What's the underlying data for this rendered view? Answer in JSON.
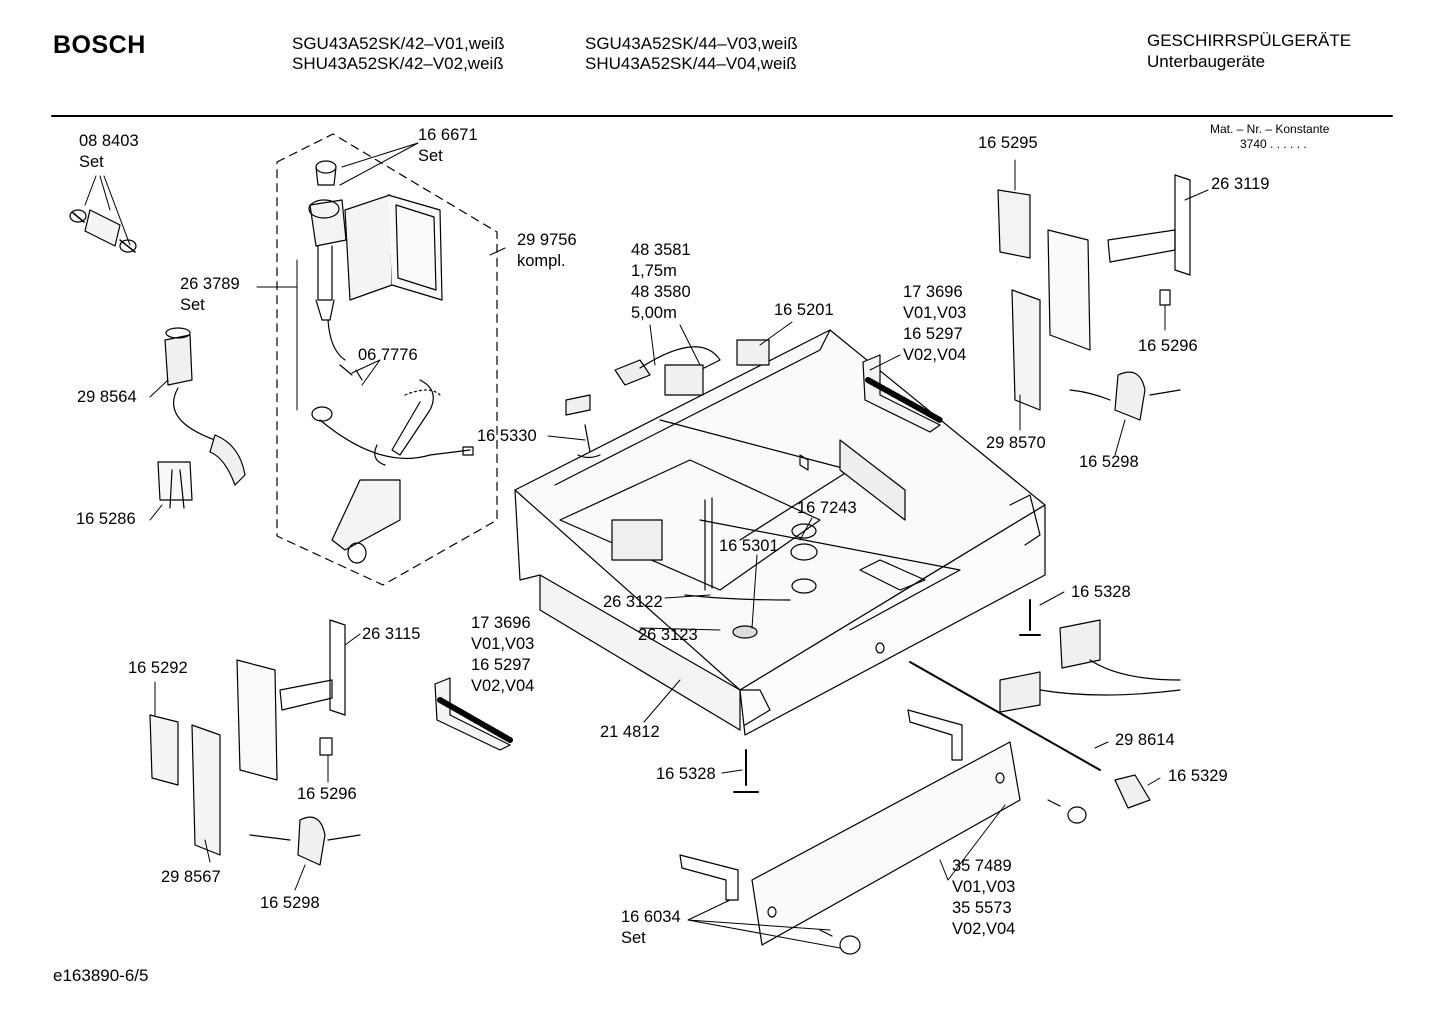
{
  "header": {
    "brand": "BOSCH",
    "models_col1": [
      "SGU43A52SK/42–V01,weiß",
      "SHU43A52SK/42–V02,weiß"
    ],
    "models_col2": [
      "SGU43A52SK/44–V03,weiß",
      "SHU43A52SK/44–V04,weiß"
    ],
    "category": [
      "GESCHIRRSPÜLGERÄTE",
      "Unterbaugeräte"
    ],
    "mat_nr_label": "Mat. – Nr. – Konstante",
    "mat_nr_value": "3740  .  .  .  .  .  ."
  },
  "footer": {
    "doc_id": "e163890-6/5"
  },
  "labels": [
    {
      "id": "l01",
      "lines": [
        "08 8403",
        "Set"
      ]
    },
    {
      "id": "l02",
      "lines": [
        "16 6671",
        "Set"
      ]
    },
    {
      "id": "l03",
      "lines": [
        "29 9756",
        "kompl."
      ]
    },
    {
      "id": "l04",
      "lines": [
        "26 3789",
        "Set"
      ]
    },
    {
      "id": "l05",
      "lines": [
        "06 7776"
      ]
    },
    {
      "id": "l06",
      "lines": [
        "29 8564"
      ]
    },
    {
      "id": "l07",
      "lines": [
        "16 5286"
      ]
    },
    {
      "id": "l08",
      "lines": [
        "48 3581",
        "1,75m",
        "48 3580",
        "5,00m"
      ]
    },
    {
      "id": "l09",
      "lines": [
        "16 5201"
      ]
    },
    {
      "id": "l10",
      "lines": [
        "16 5330"
      ]
    },
    {
      "id": "l11",
      "lines": [
        "17 3696",
        "V01,V03",
        "16 5297",
        "V02,V04"
      ]
    },
    {
      "id": "l12",
      "lines": [
        "16 5295"
      ]
    },
    {
      "id": "l13",
      "lines": [
        "26 3119"
      ]
    },
    {
      "id": "l14",
      "lines": [
        "16 5296"
      ]
    },
    {
      "id": "l15",
      "lines": [
        "29 8570"
      ]
    },
    {
      "id": "l16",
      "lines": [
        "16 5298"
      ]
    },
    {
      "id": "l17",
      "lines": [
        "16 7243"
      ]
    },
    {
      "id": "l18",
      "lines": [
        "16 5301"
      ]
    },
    {
      "id": "l19",
      "lines": [
        "26 3122"
      ]
    },
    {
      "id": "l20",
      "lines": [
        "26 3123"
      ]
    },
    {
      "id": "l21",
      "lines": [
        "16 5328"
      ]
    },
    {
      "id": "l22",
      "lines": [
        "26 3115"
      ]
    },
    {
      "id": "l23",
      "lines": [
        "16 5292"
      ]
    },
    {
      "id": "l24",
      "lines": [
        "17 3696",
        "V01,V03",
        "16 5297",
        "V02,V04"
      ]
    },
    {
      "id": "l25",
      "lines": [
        "16 5296"
      ]
    },
    {
      "id": "l26",
      "lines": [
        "21 4812"
      ]
    },
    {
      "id": "l27",
      "lines": [
        "16 5328"
      ]
    },
    {
      "id": "l28",
      "lines": [
        "29 8614"
      ]
    },
    {
      "id": "l29",
      "lines": [
        "16 5329"
      ]
    },
    {
      "id": "l30",
      "lines": [
        "29 8567"
      ]
    },
    {
      "id": "l31",
      "lines": [
        "16 5298"
      ]
    },
    {
      "id": "l32",
      "lines": [
        "35 7489",
        "V01,V03",
        "35 5573",
        "V02,V04"
      ]
    },
    {
      "id": "l33",
      "lines": [
        "16 6034",
        "Set"
      ]
    }
  ]
}
